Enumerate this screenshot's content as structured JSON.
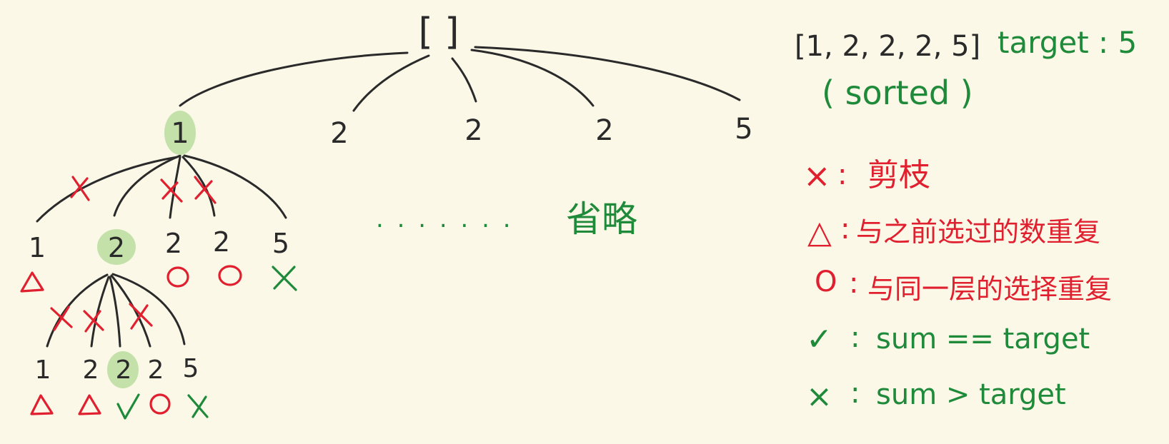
{
  "tree": {
    "root": "[ ]",
    "level1": [
      "1",
      "2",
      "2",
      "2",
      "5"
    ],
    "level2": [
      "1",
      "2",
      "2",
      "2",
      "5"
    ],
    "level3": [
      "1",
      "2",
      "2",
      "2",
      "5"
    ]
  },
  "omitted": {
    "dots": ". . . . . . .",
    "label": "省略"
  },
  "header": {
    "array": "[1, 2, 2, 2, 5]",
    "target": "target : 5",
    "sorted": "( sorted )"
  },
  "legend": [
    {
      "symbol": "×",
      "colon": ":",
      "text": "剪枝",
      "symbol_color": "red",
      "text_color": "red"
    },
    {
      "symbol": "△",
      "colon": ":",
      "text": "与之前选过的数重复",
      "symbol_color": "red",
      "text_color": "red"
    },
    {
      "symbol": "O",
      "colon": ":",
      "text": "与同一层的选择重复",
      "symbol_color": "red",
      "text_color": "red"
    },
    {
      "symbol": "✓",
      "colon": ":",
      "text": "sum == target",
      "symbol_color": "green",
      "text_color": "green"
    },
    {
      "symbol": "×",
      "colon": ":",
      "text": "sum > target",
      "symbol_color": "green",
      "text_color": "green"
    }
  ],
  "colors": {
    "background": "#fcf8e8",
    "ink": "#2a2a2a",
    "red": "#e0202f",
    "green": "#1e8a3a",
    "highlight": "#b9dd9d"
  }
}
